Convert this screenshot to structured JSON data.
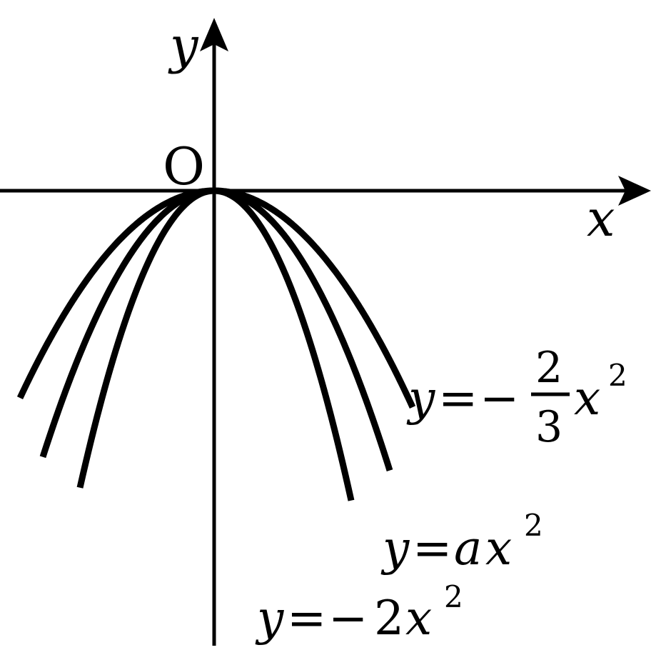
{
  "axes": {
    "x_label": "x",
    "y_label": "y",
    "origin_label": "O"
  },
  "curves": [
    {
      "id": "curve-neg-2-3",
      "coefficient": -0.6667,
      "label": {
        "y": "y",
        "eq": "=",
        "minus": "−",
        "num": "2",
        "den": "3",
        "x": "x",
        "exp": "2"
      }
    },
    {
      "id": "curve-a",
      "coefficient": -1.1,
      "label": {
        "y": "y",
        "eq": "=",
        "a": "a",
        "x": "x",
        "exp": "2"
      }
    },
    {
      "id": "curve-neg-2",
      "coefficient": -2,
      "label": {
        "y": "y",
        "eq": "=",
        "minus": "−",
        "coef": "2",
        "x": "x",
        "exp": "2"
      }
    }
  ]
}
